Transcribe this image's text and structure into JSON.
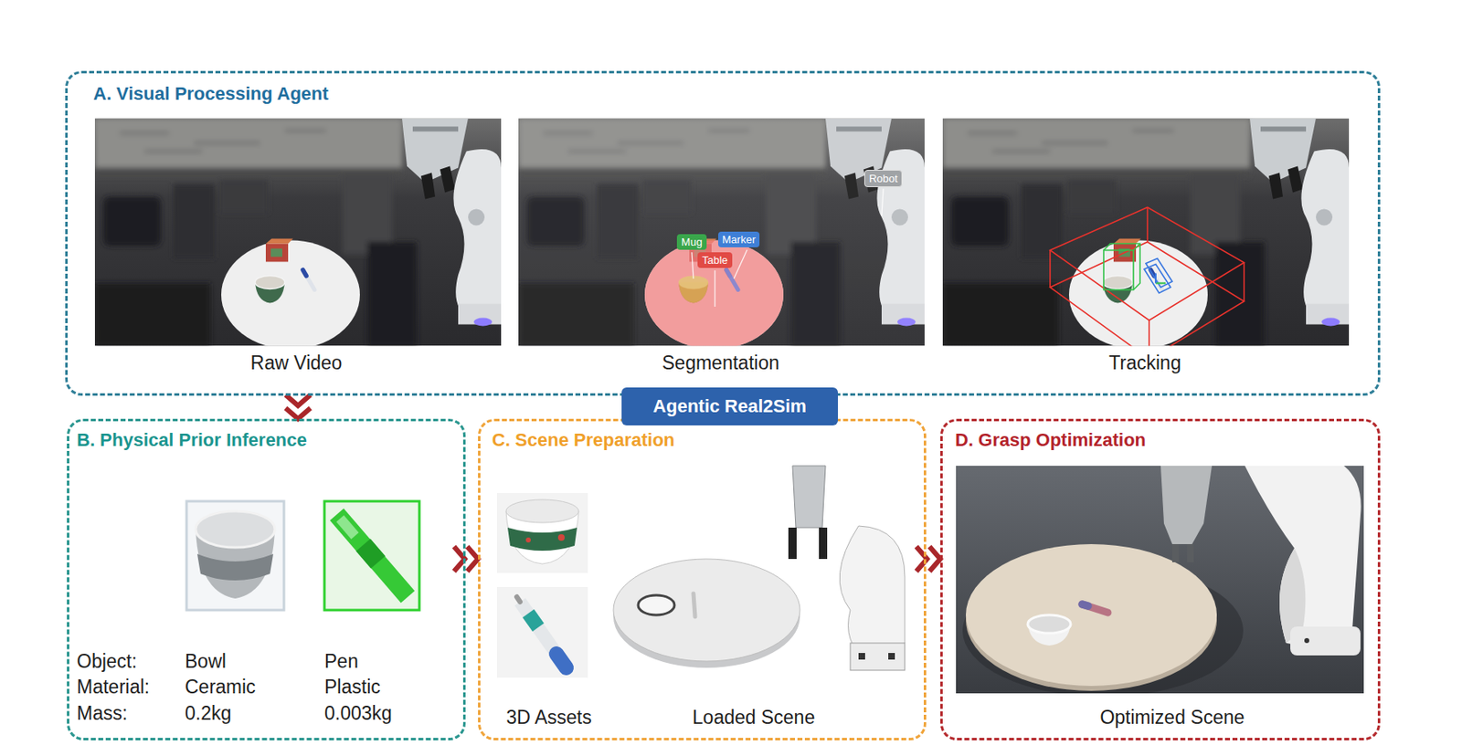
{
  "diagram": {
    "nodes": [
      {
        "text": [
          "A. Visual Processing Agent"
        ]
      },
      {
        "text": [
          "Mug"
        ],
        "in": 0
      },
      {
        "text": [
          "Marker"
        ],
        "in": 0
      },
      {
        "text": [
          "Table"
        ],
        "in": 0
      },
      {
        "text": [
          "Robot"
        ],
        "in": 0
      },
      {
        "text": [
          "Agentic Real2Sim"
        ]
      },
      {
        "text": [
          "B. Physical Prior Inference"
        ]
      },
      {
        "text": [
          "C. Scene Preparation"
        ]
      },
      {
        "text": [
          "D. Grasp Optimization"
        ]
      }
    ],
    "edges": [
      {
        "from": 0,
        "to": 6,
        "arrow": "to"
      },
      {
        "from": 6,
        "to": 7,
        "arrow": "to"
      },
      {
        "from": 7,
        "to": 8,
        "arrow": "to"
      }
    ],
    "labels": [
      "Raw Video",
      "Segmentation",
      "Tracking",
      "Object:",
      "Bowl",
      "Pen",
      "Material:",
      "Ceramic",
      "Plastic",
      "Mass:",
      "0.2kg",
      "0.003kg",
      "3D Assets",
      "Loaded Scene",
      "Optimized Scene"
    ]
  }
}
